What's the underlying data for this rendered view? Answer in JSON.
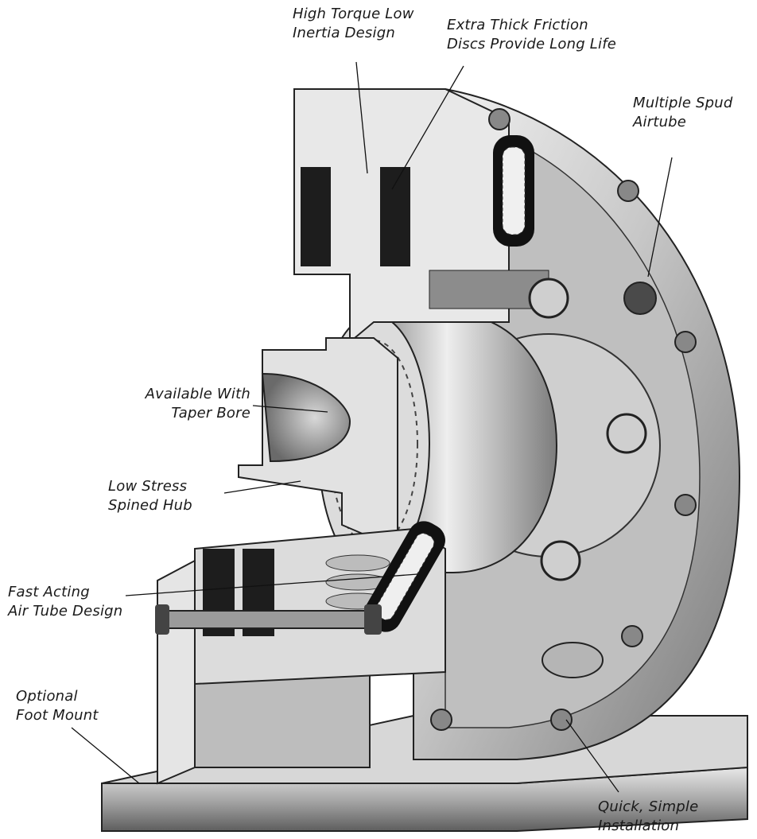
{
  "diagram": {
    "callouts": {
      "high_torque": {
        "line1": "High Torque Low",
        "line2": "Inertia Design"
      },
      "friction_discs": {
        "line1": "Extra Thick Friction",
        "line2": "Discs Provide Long Life"
      },
      "spud_airtube": {
        "line1": "Multiple Spud",
        "line2": "Airtube"
      },
      "taper_bore": {
        "line1": "Available With",
        "line2": "Taper Bore"
      },
      "splined_hub": {
        "line1": "Low Stress",
        "line2": "Spined Hub"
      },
      "air_tube": {
        "line1": "Fast Acting",
        "line2": "Air Tube Design"
      },
      "foot_mount": {
        "line1": "Optional",
        "line2": "Foot Mount"
      },
      "installation": {
        "line1": "Quick, Simple",
        "line2": "Installation"
      }
    }
  }
}
